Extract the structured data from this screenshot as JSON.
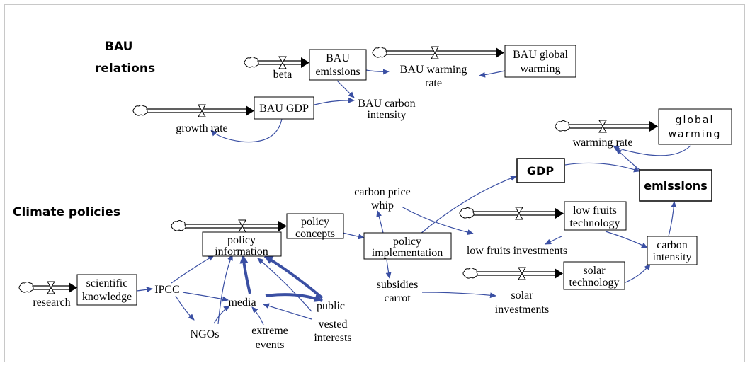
{
  "sections": {
    "bau_line1": "BAU",
    "bau_line2": "relations",
    "climate": "Climate policies"
  },
  "stocks": {
    "bau_emissions": [
      "BAU",
      "emissions"
    ],
    "bau_global_warming": [
      "BAU global",
      "warming"
    ],
    "bau_gdp": "BAU GDP",
    "global_warming": [
      "global",
      "warming"
    ],
    "gdp": "GDP",
    "emissions": "emissions",
    "low_fruits_technology": [
      "low fruits",
      "technology"
    ],
    "policy_concepts": [
      "policy",
      "concepts"
    ],
    "policy_information": [
      "policy",
      "information"
    ],
    "policy_implementation": [
      "policy",
      "implementation"
    ],
    "carbon_intensity": [
      "carbon",
      "intensity"
    ],
    "solar_technology": [
      "solar",
      "technology"
    ],
    "scientific_knowledge": [
      "scientific",
      "knowledge"
    ]
  },
  "variables": {
    "beta": "beta",
    "bau_warming_rate": [
      "BAU warming",
      "rate"
    ],
    "bau_carbon_intensity": [
      "BAU carbon",
      "intensity"
    ],
    "growth_rate": "growth rate",
    "warming_rate": "warming rate",
    "carbon_price_whip": [
      "carbon price",
      "whip"
    ],
    "low_fruits_investments": "low fruits investments",
    "subsidies_carrot": [
      "subsidies",
      "carrot"
    ],
    "solar_investments": [
      "solar",
      "investments"
    ],
    "research": "research",
    "ipcc": "IPCC",
    "media": "media",
    "public": "public",
    "ngos": "NGOs",
    "extreme_events": [
      "extreme",
      "events"
    ],
    "vested_interests": [
      "vested",
      "interests"
    ]
  },
  "colors": {
    "link": "#3a4fa3",
    "flow": "#000000",
    "border": "#c8c8c8"
  }
}
